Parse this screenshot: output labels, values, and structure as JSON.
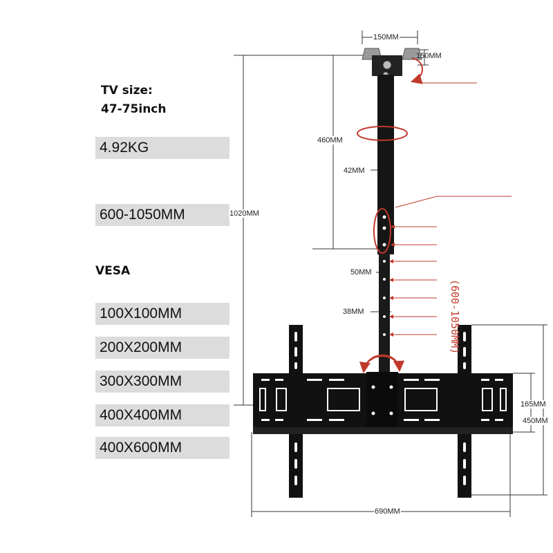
{
  "specs": {
    "tv_size_label": "TV size:",
    "tv_size_value": "47-75inch",
    "weight": "4.92KG",
    "length_range": "600-1050MM"
  },
  "vesa": {
    "title": "VESA",
    "patterns": [
      "100X100MM",
      "200X200MM",
      "300X300MM",
      "400X400MM",
      "400X600MM"
    ]
  },
  "dimensions": {
    "top_width": "150MM",
    "top_depth": "150MM",
    "upper_pole": "460MM",
    "hole_spacing_top": "42MM",
    "total_height": "1020MM",
    "hole_spacing_mid": "50MM",
    "hole_spacing_low": "38MM",
    "plate_height": "165MM",
    "bracket_height": "450MM",
    "bracket_width": "690MM",
    "adjust_range": "(600-1050MM)"
  },
  "colors": {
    "accent": "#c0392b",
    "metal": "#111111",
    "spec_bar": "#dcdcdc"
  }
}
